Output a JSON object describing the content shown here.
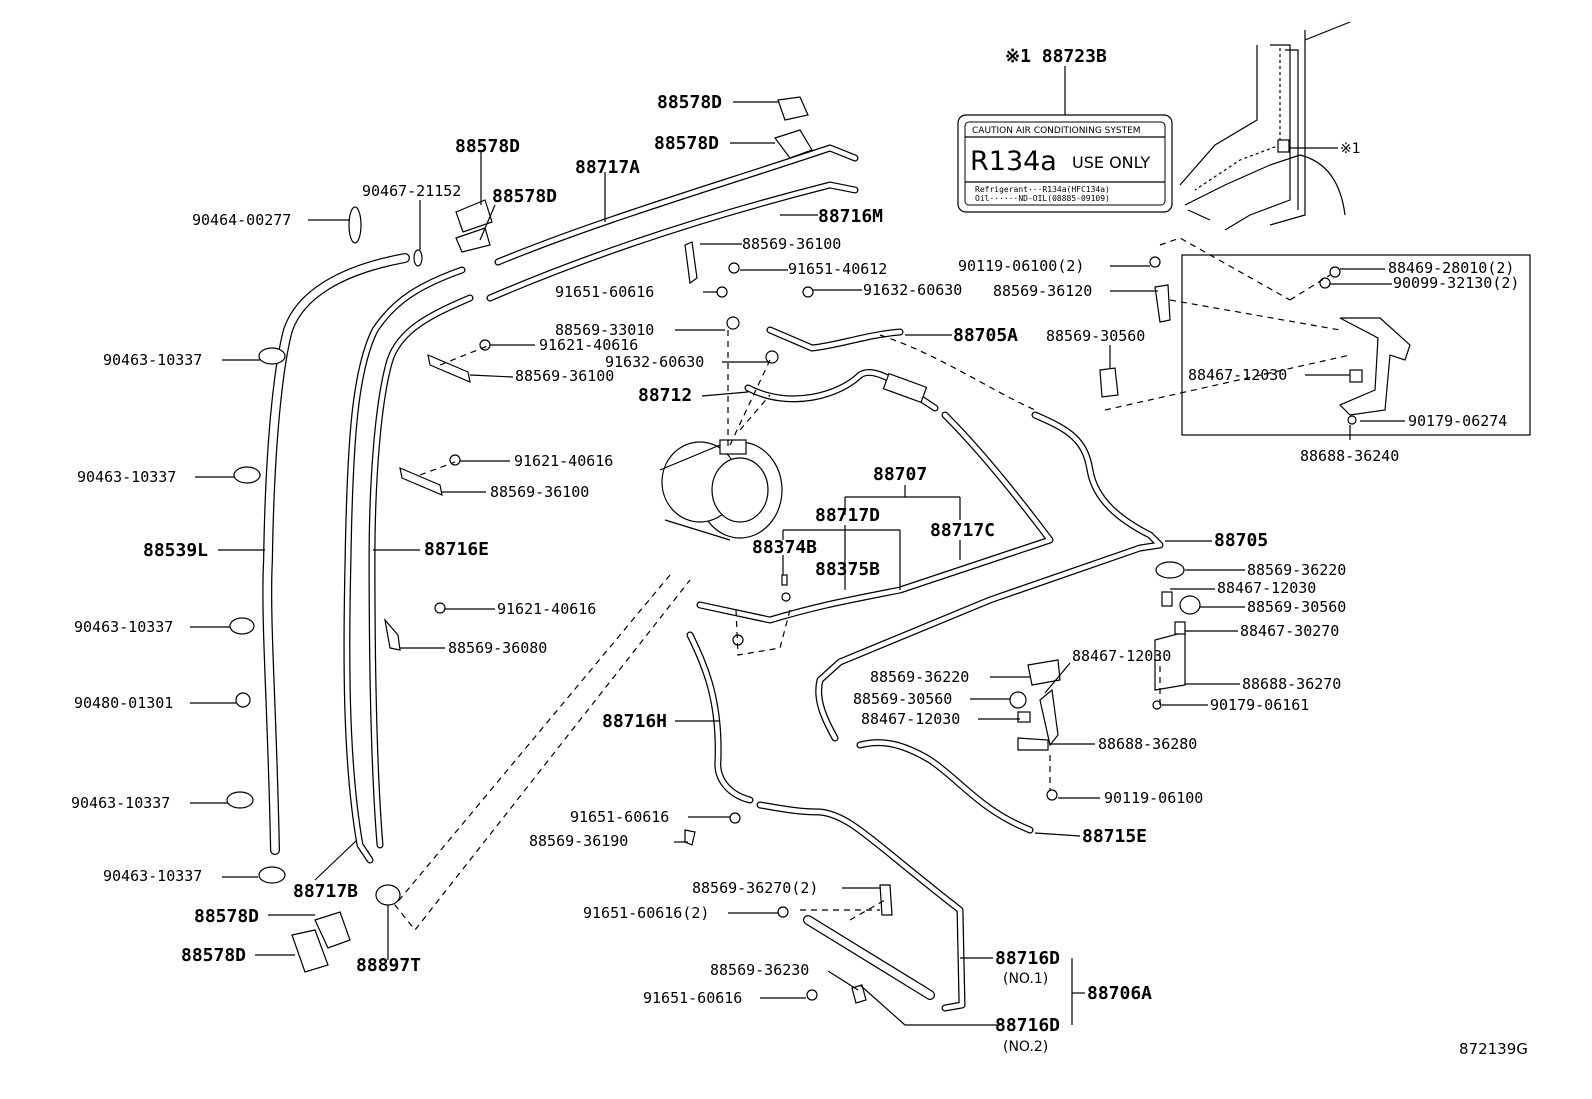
{
  "figure_id": "872139G",
  "caution_label": {
    "part_number": "※1 88723B",
    "header": "CAUTION   AIR CONDITIONING SYSTEM",
    "big_text": "R134a",
    "use_only": "USE ONLY",
    "refrigerant_line": "Refrigerant···R134a(HFC134a)",
    "oil_line": "Oil······ND-OIL(08885-09109)",
    "location_marker": "※1"
  },
  "labels": {
    "p_88578D_a": "88578D",
    "p_88578D_b": "88578D",
    "p_88578D_c": "88578D",
    "p_88578D_d": "88578D",
    "p_88578D_e": "88578D",
    "p_88578D_f": "88578D",
    "p_88717A": "88717A",
    "p_88716M": "88716M",
    "p_90467_21152": "90467-21152",
    "p_90464_00277": "90464-00277",
    "p_88569_36100_a": "88569-36100",
    "p_91651_40612": "91651-40612",
    "p_91651_60616_a": "91651-60616",
    "p_91632_60630_a": "91632-60630",
    "p_88569_33010": "88569-33010",
    "p_91621_40616_a": "91621-40616",
    "p_91632_60630_b": "91632-60630",
    "p_88569_36100_b": "88569-36100",
    "p_88712": "88712",
    "p_88705A": "88705A",
    "p_90463_10337_a": "90463-10337",
    "p_90463_10337_b": "90463-10337",
    "p_90463_10337_c": "90463-10337",
    "p_90463_10337_d": "90463-10337",
    "p_90463_10337_e": "90463-10337",
    "p_90480_01301": "90480-01301",
    "p_88539L": "88539L",
    "p_91621_40616_b": "91621-40616",
    "p_88569_36100_c": "88569-36100",
    "p_88716E": "88716E",
    "p_91621_40616_c": "91621-40616",
    "p_88569_36080": "88569-36080",
    "p_88707": "88707",
    "p_88717D": "88717D",
    "p_88717C": "88717C",
    "p_88374B": "88374B",
    "p_88375B": "88375B",
    "p_88705": "88705",
    "p_90119_06100_2": "90119-06100(2)",
    "p_88569_36120": "88569-36120",
    "p_88569_30560_a": "88569-30560",
    "p_88469_28010_2": "88469-28010(2)",
    "p_90099_32130_2": "90099-32130(2)",
    "p_88467_12030_a": "88467-12030",
    "p_90179_06274": "90179-06274",
    "p_88688_36240": "88688-36240",
    "p_88569_36220_a": "88569-36220",
    "p_88467_12030_b": "88467-12030",
    "p_88569_30560_b": "88569-30560",
    "p_88467_30270": "88467-30270",
    "p_88688_36270": "88688-36270",
    "p_90179_06161": "90179-06161",
    "p_88569_36220_b": "88569-36220",
    "p_88467_12030_c": "88467-12030",
    "p_88569_30560_c": "88569-30560",
    "p_88467_12030_d": "88467-12030",
    "p_88688_36280": "88688-36280",
    "p_90119_06100": "90119-06100",
    "p_88715E": "88715E",
    "p_88716H": "88716H",
    "p_91651_60616_b": "91651-60616",
    "p_88569_36190": "88569-36190",
    "p_88717B": "88717B",
    "p_88897T": "88897T",
    "p_88569_36270_2": "88569-36270(2)",
    "p_91651_60616_2": "91651-60616(2)",
    "p_88569_36230": "88569-36230",
    "p_91651_60616_c": "91651-60616",
    "p_88716D_1": "88716D",
    "p_no1": "(NO.1)",
    "p_88716D_2": "88716D",
    "p_no2": "(NO.2)",
    "p_88706A": "88706A"
  }
}
